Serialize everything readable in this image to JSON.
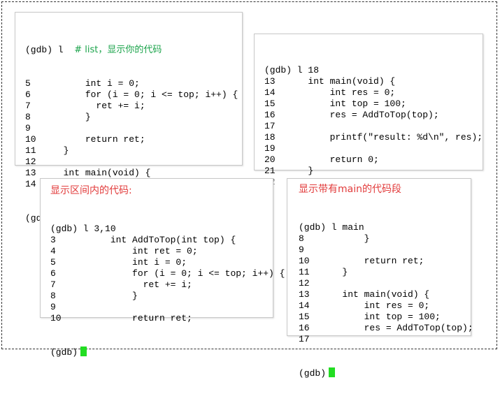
{
  "panel1": {
    "first_line": {
      "prompt": "(gdb) l",
      "comment": "# list，显示你的代码"
    },
    "lines": [
      "5          int i = 0;",
      "6          for (i = 0; i <= top; i++) {",
      "7            ret += i;",
      "8          }",
      "9",
      "10         return ret;",
      "11     }",
      "12",
      "13     int main(void) {",
      "14         int res = 0;"
    ],
    "last_prompt": "(gdb)"
  },
  "panel2": {
    "lines": [
      "(gdb) l 18",
      "13      int main(void) {",
      "14          int res = 0;",
      "15          int top = 100;",
      "16          res = AddToTop(top);",
      "17",
      "18          printf(\"result: %d\\n\", res);",
      "19",
      "20          return 0;",
      "21      }",
      "22"
    ]
  },
  "panel3": {
    "caption": "显示区间内的代码:",
    "lines": [
      "(gdb) l 3,10",
      "3          int AddToTop(int top) {",
      "4              int ret = 0;",
      "5              int i = 0;",
      "6              for (i = 0; i <= top; i++) {",
      "7                ret += i;",
      "8              }",
      "9",
      "10             return ret;"
    ],
    "last_prompt": "(gdb)"
  },
  "panel4": {
    "caption": "显示带有main的代码段",
    "lines": [
      "(gdb) l main",
      "8           }",
      "9",
      "10          return ret;",
      "11      }",
      "12",
      "13      int main(void) {",
      "14          int res = 0;",
      "15          int top = 100;",
      "16          res = AddToTop(top);",
      "17"
    ],
    "last_prompt": "(gdb)"
  },
  "colors": {
    "cursor": "#22dd22",
    "caption": "#e23b3b",
    "comment": "#1aa34a"
  }
}
